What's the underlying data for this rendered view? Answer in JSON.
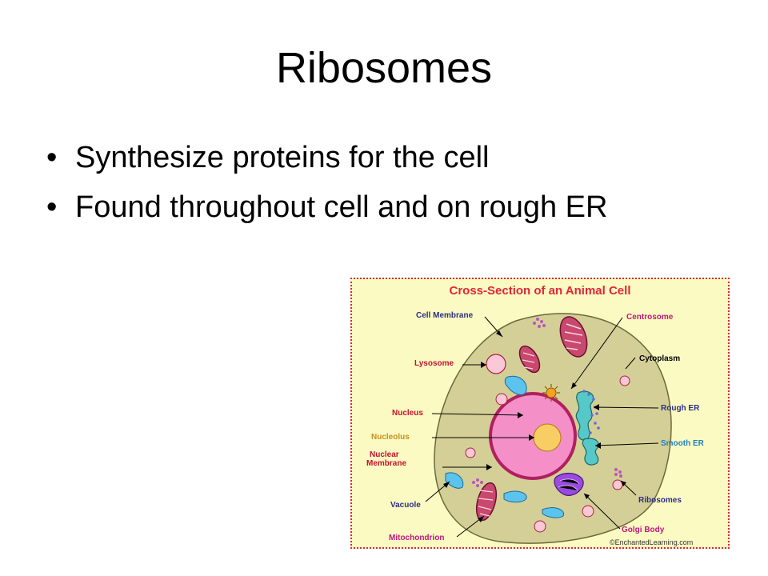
{
  "slide": {
    "title": "Ribosomes",
    "bullets": [
      "Synthesize proteins for the cell",
      "Found throughout cell and on rough ER"
    ],
    "bullet_glyph": "•"
  },
  "diagram": {
    "title": "Cross-Section of an Animal Cell",
    "labels": {
      "cell_membrane": "Cell Membrane",
      "lysosome": "Lysosome",
      "nucleus": "Nucleus",
      "nucleolus": "Nucleolus",
      "nuclear_membrane_1": "Nuclear",
      "nuclear_membrane_2": "Membrane",
      "vacuole": "Vacuole",
      "mitochondrion": "Mitochondrion",
      "centrosome": "Centrosome",
      "cytoplasm": "Cytoplasm",
      "rough_er": "Rough ER",
      "smooth_er": "Smooth ER",
      "ribosomes": "Ribosomes",
      "golgi_body": "Golgi Body"
    },
    "credit": "©EnchantedLearning.com",
    "colors": {
      "background": "#fbfac2",
      "border": "#e0263a",
      "title": "#e0263a",
      "cytoplasm": "#d4cf96",
      "nucleus": "#f48fc8",
      "nucleolus": "#f8cd63",
      "label_dark": "#2b2f86",
      "label_red": "#c8102e",
      "label_blue": "#1e7fc1",
      "label_orange": "#c8901e",
      "label_magenta": "#c0187a"
    }
  }
}
